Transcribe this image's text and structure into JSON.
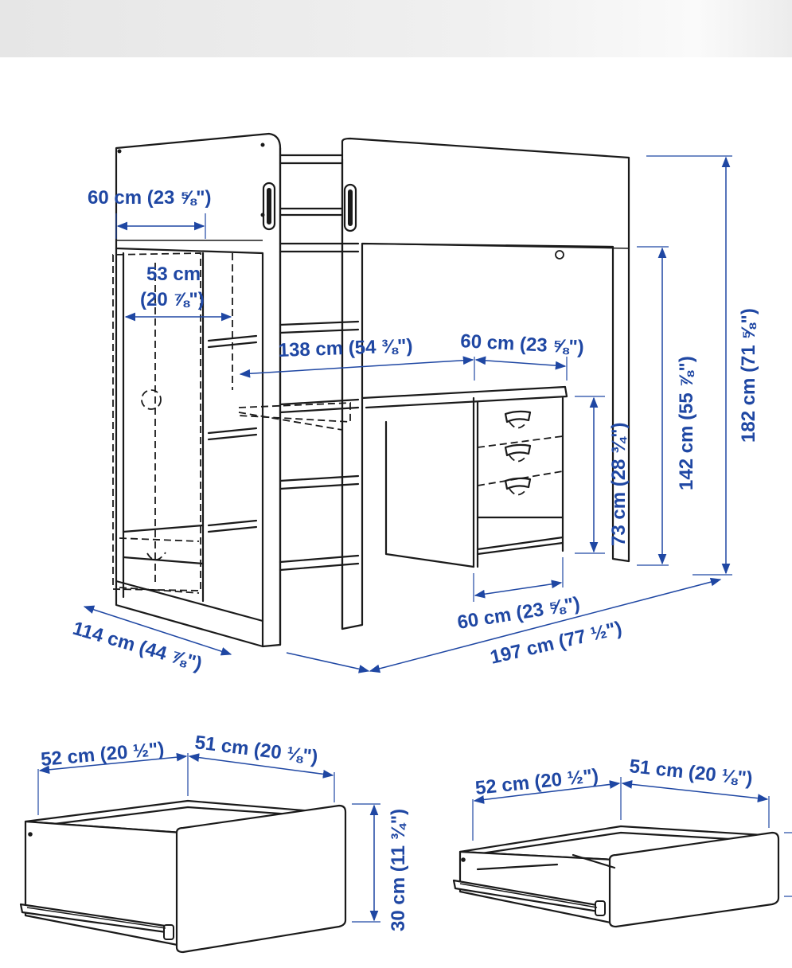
{
  "colors": {
    "dimension": "#1f47a3",
    "line": "#1a1a1a",
    "background": "#ffffff",
    "top_bar": "#ececec"
  },
  "loft_bed": {
    "dimensions": {
      "top_shelf_width": "60 cm (23 ⅝\")",
      "wardrobe_width_line1": "53 cm",
      "wardrobe_width_line2": "(20 ⅞\")",
      "desk_length": "138 cm (54 ⅜\")",
      "drawer_unit_width_top": "60 cm (23 ⅝\")",
      "desk_height": "73 cm (28 ¾\")",
      "bed_underside_height": "142 cm (55 ⅞\")",
      "total_height": "182 cm (71 ⅝\")",
      "total_depth": "114 cm (44 ⅞\")",
      "drawer_unit_width_bottom": "60 cm (23 ⅝\")",
      "total_length": "197 cm (77 ½\")"
    }
  },
  "drawer_large": {
    "dimensions": {
      "width": "52 cm (20 ½\")",
      "depth": "51 cm (20 ⅛\")",
      "height": "30 cm (11 ¾\")"
    }
  },
  "drawer_small": {
    "dimensions": {
      "width": "52 cm (20 ½\")",
      "depth": "51 cm (20 ⅛\")"
    }
  }
}
